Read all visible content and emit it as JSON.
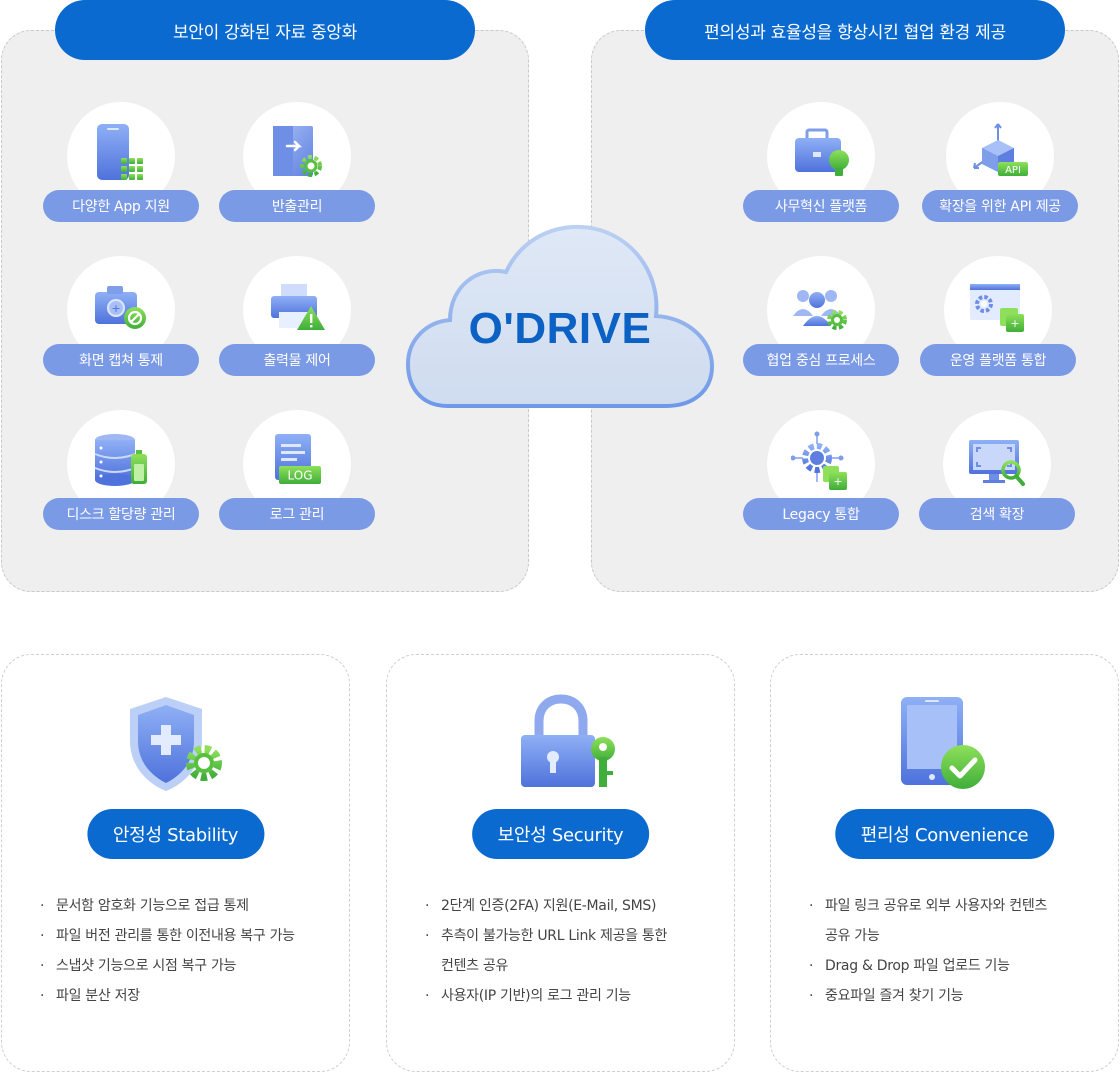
{
  "left_panel": {
    "title": "보안이 강화된 자료 중앙화",
    "items": [
      {
        "label": "다양한 App 지원",
        "icon": "mobile-apps-icon"
      },
      {
        "label": "반출관리",
        "icon": "export-gear-icon"
      },
      {
        "label": "화면 캡쳐 통제",
        "icon": "camera-block-icon"
      },
      {
        "label": "출력물 제어",
        "icon": "printer-warning-icon"
      },
      {
        "label": "디스크 할당량 관리",
        "icon": "database-battery-icon"
      },
      {
        "label": "로그 관리",
        "icon": "log-document-icon",
        "badge": "LOG"
      }
    ]
  },
  "center": {
    "logo": "O'DRIVE"
  },
  "right_panel": {
    "title": "편의성과 효율성을 향상시킨 협업 환경 제공",
    "items": [
      {
        "label": "사무혁신 플랫폼",
        "icon": "briefcase-bulb-icon"
      },
      {
        "label": "확장을 위한 API 제공",
        "icon": "api-cube-icon",
        "badge": "API"
      },
      {
        "label": "협업 중심 프로세스",
        "icon": "team-gear-icon"
      },
      {
        "label": "운영 플랫폼 통합",
        "icon": "window-integration-icon"
      },
      {
        "label": "Legacy 통합",
        "icon": "legacy-gear-icon"
      },
      {
        "label": "검색 확장",
        "icon": "monitor-search-icon"
      }
    ]
  },
  "cards": [
    {
      "title": "안정성 Stability",
      "icon": "shield-gear-icon",
      "bullets": [
        "문서함 암호화 기능으로 접급 통제",
        "파일 버전 관리를 통한 이전내용 복구 가능",
        "스냅샷 기능으로 시점 복구 가능",
        "파일 분산 저장"
      ]
    },
    {
      "title": "보안성 Security",
      "icon": "lock-key-icon",
      "bullets": [
        "2단계 인증(2FA) 지원(E-Mail, SMS)",
        "추측이 불가능한 URL Link 제공을 통한",
        "컨텐츠 공유",
        "사용자(IP 기반)의 로그 관리 기능"
      ]
    },
    {
      "title": "편리성 Convenience",
      "icon": "tablet-check-icon",
      "bullets": [
        "파일 링크 공유로 외부 사용자와 컨텐츠",
        "공유 가능",
        "Drag & Drop 파일 업로드 기능",
        "중요파일 즐겨 찾기 기능"
      ]
    }
  ],
  "colors": {
    "primary": "#0a6ad0",
    "label": "#7b9ae6",
    "panel": "#efefef",
    "accent_green": "#6ccf43"
  }
}
